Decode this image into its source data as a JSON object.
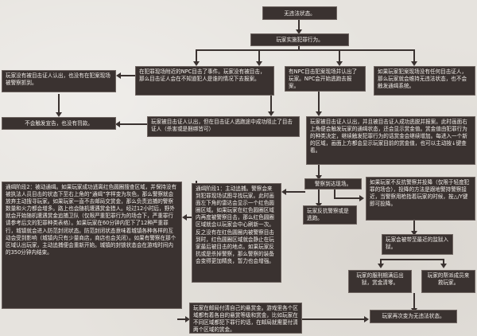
{
  "nodes": {
    "start": "无违法状态。",
    "commit": "玩家实施犯罪行为。",
    "witnessed_npc_report": "在犯罪现场附近的NPC目击了事件。玩家没有被目击，那么目击证人会在不知道犯人是谁的情况下去报案。",
    "player_caught": "玩家没有被目击证人认出，也没有在犯案现场被警察抓到。",
    "npc_report": "有NPC目击犯案现场并认出了玩家。NPC会开始逃跑去报案。",
    "no_witness": "如果玩家犯案现场没有任何目击证人，那么玩家就会维持无违法状态，也不会触发通缉系统。",
    "no_crime_fine": "不会触发宣告，也没有罚款。",
    "witness_stopped": "玩家被目击证人认出，但在目击证人逃跑途中成功阻止了目击证人（杀害或是捆绑皆可）",
    "witness_escaped": "玩家被目击证人认出，并且被目击证人成功逃脱并报案。此时画面右上角便会触发玩家的通缉状态，还会显示赏金值。赏金值由犯罪行为的种类决定，继续触发犯罪行为的话赏金会继续增加。每进入一个新的区域，画面上方都会显示玩家目前的赏金值，也可以主动按↓键查看。",
    "police_arrive": "警察到达现场。",
    "phase2": "通缉阶段2：被动通缉。如果玩家成功逃离红色圆圈搜查区域，并保持没有被执法人员目击的状态下至右上角的“通缉”字样变为灰色，那么警察就会放弃主动搜寻玩家。如果玩家一直不去邮局交赏金，那么负责追捕的警察数量和火力都会增多。路上也会随机遭遇赏金猎人。经过12小时后，野外就会开始随机遭遇赏金追捕卫队（仅限严重犯罪行为的场合下，严重罪行请参考后文的犯罪种类表格）。如果玩家在60分钟内犯下了12种严重罪行，城镇就会进入防范封闭状态。防范封闭状态意味着城镇各种各样的互动会受到影响（城镇内只有少量商店，商店也会关闭）。如果有警察在那个区域认出玩家，主动追捕便会重新开始。城镇的封锁状态会在游戏时间内的350分钟内结束。",
    "phase1": "通缉阶段1：主动追捕。警察会来到犯罪现场试图寻找玩家。此时画面左下角的雷达会显示一个红色圆圈区域。如果玩家在红色圆圈区域内再度被警察目击，那么红色圆圈区域就会以玩家会中心刷新一次。反之没有在红色圆圈内被警察目击到时，红色圆圈区域就会静止在玩家最后被目击的地点。如果玩家反抗或是杀掉警察，那么警察的装备会变得更加精良，暂力也会增强。",
    "escape_report": "玩家反抗警察或是逃跑。",
    "surrender": "如果玩家不反抗警察并投降（仅限于轻度犯罪的场合），投降的方法是跟地警持警察接近，当警察用枪指着玩家的时候，按△/Y键即可投降。",
    "jailed": "玩家会被带至最近的监狱入狱。",
    "pay_bounty": "玩家的服刑期满后出狱，赏金清零。",
    "gang_rescue": "玩家的帮派成员来救玩家。",
    "pay_post": "玩家在邮局付清自己的悬赏金。游戏里各个区域都有着各自的悬赏等级和赏金，比如玩家在不同区域都犯下罪行的话，在邮局就需要付清两个区域的赏金。",
    "back_to_clean": "玩家再次变为无违法状态。"
  }
}
